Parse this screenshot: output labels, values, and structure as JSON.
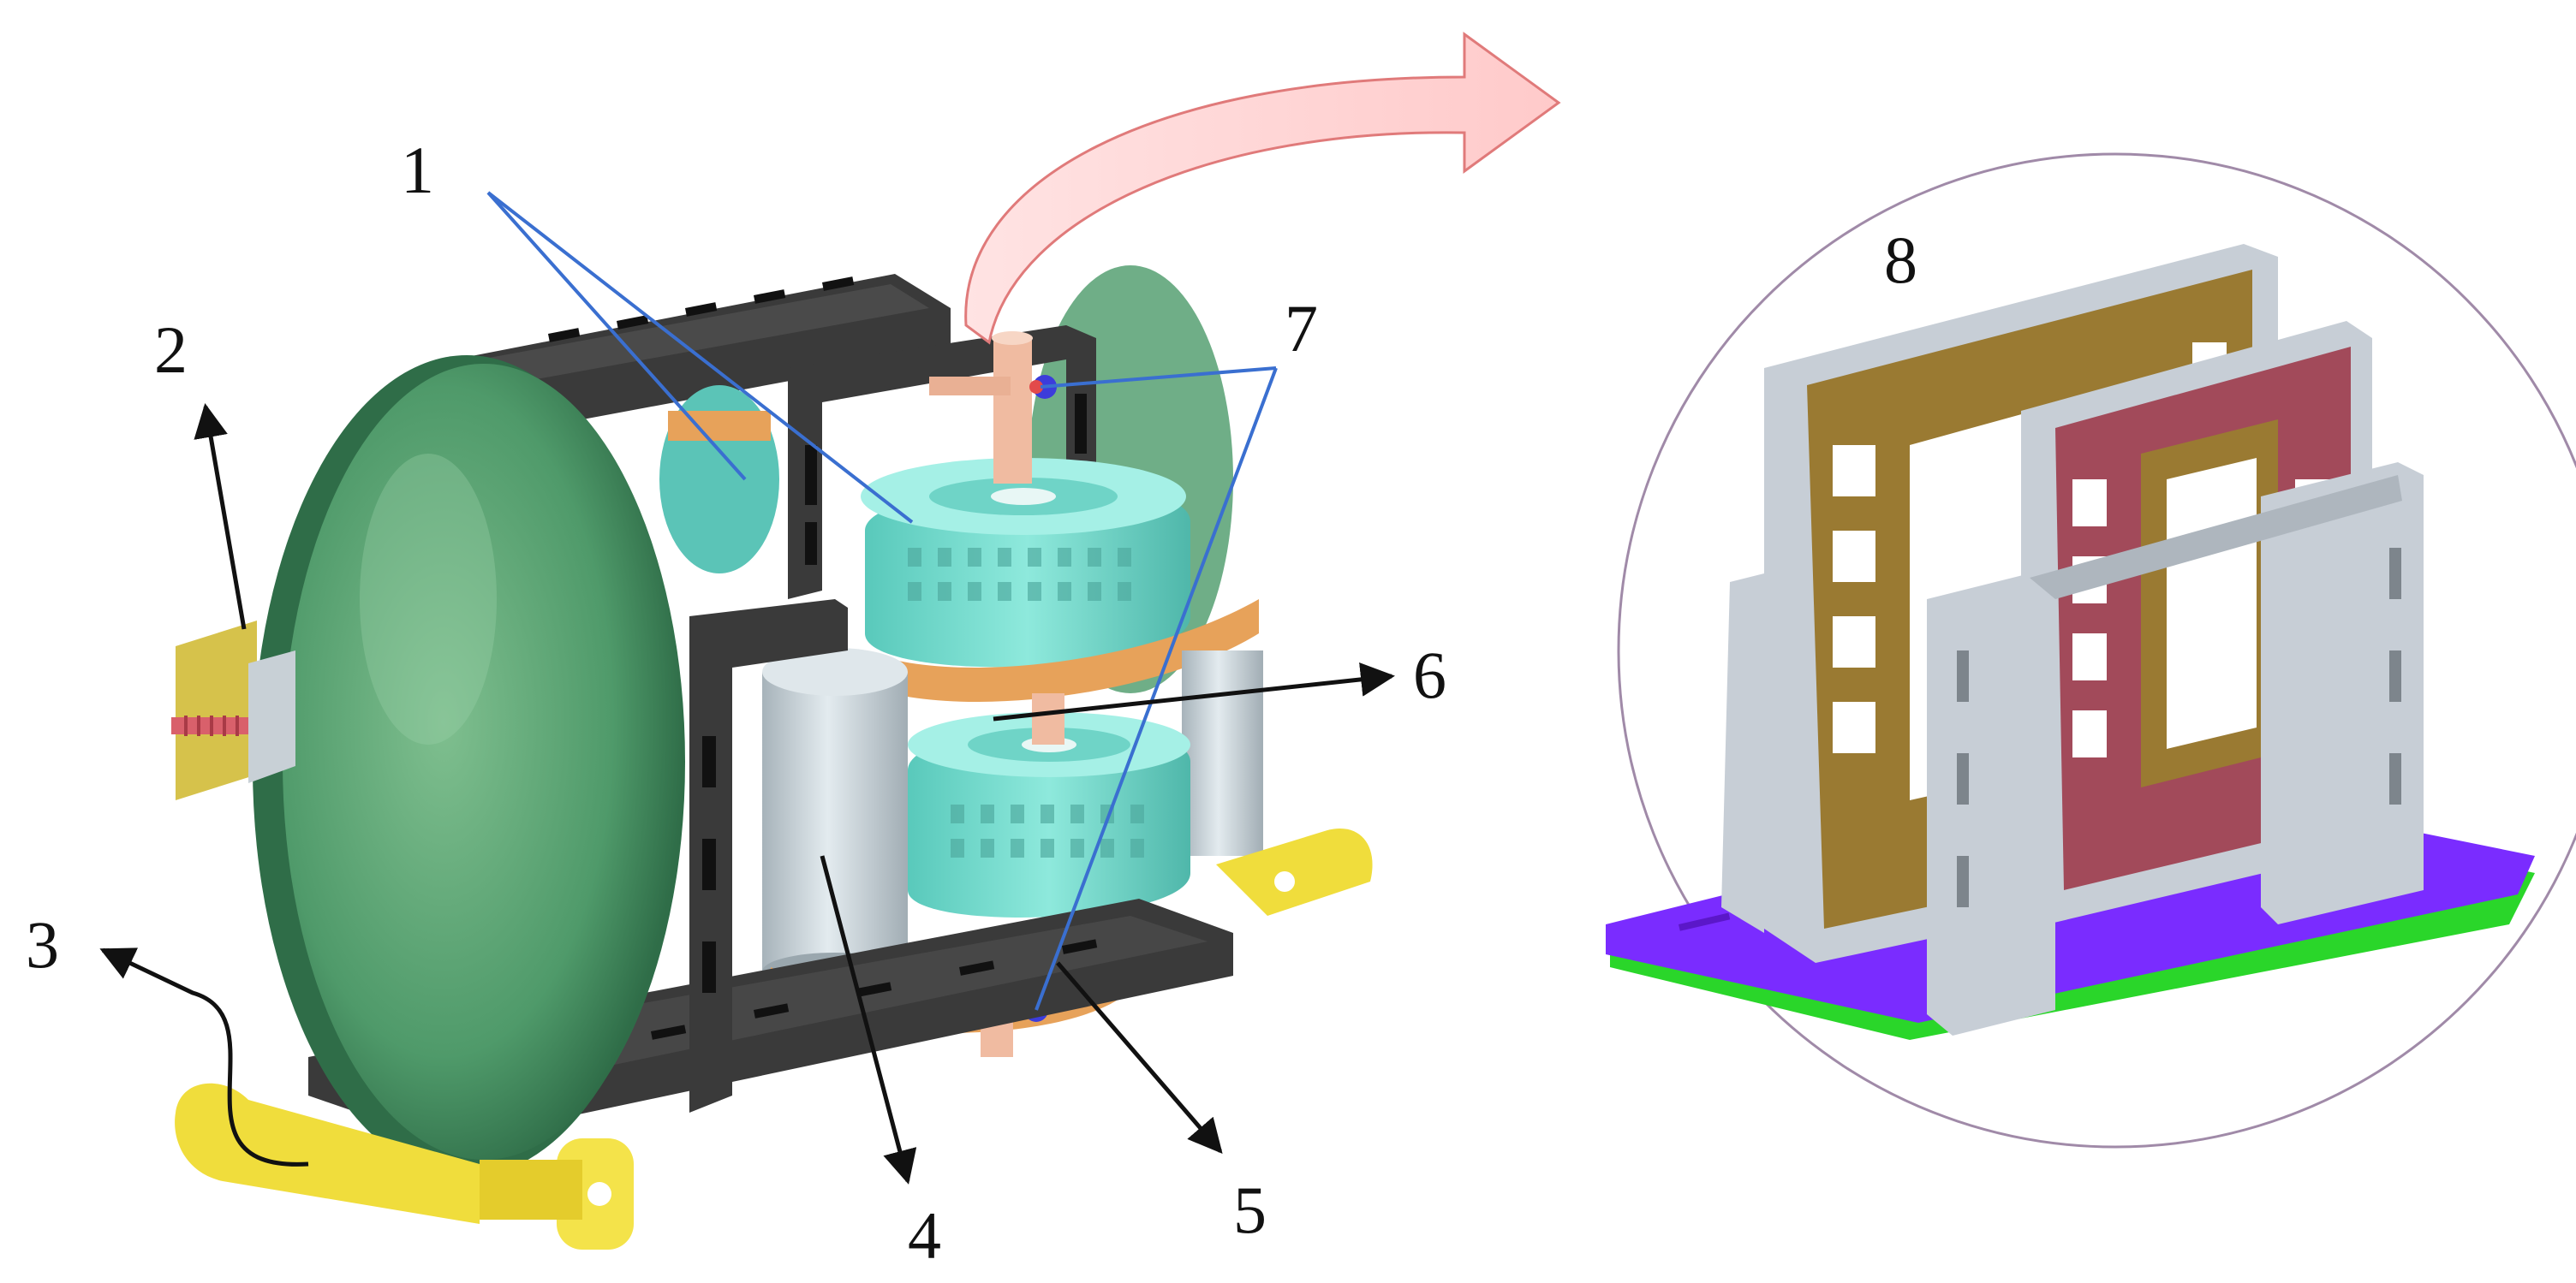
{
  "callouts": {
    "n1": "1",
    "n2": "2",
    "n3": "3",
    "n4": "4",
    "n5": "5",
    "n6": "6",
    "n7": "7",
    "n8": "8"
  },
  "colors": {
    "frame": "#3a3a3a",
    "wheel": "#4f9a6a",
    "pulley": "#77d9cc",
    "belt": "#e7a25a",
    "bolt": "#f3c1a6",
    "axle_yellow": "#f2e14a",
    "motor": "#bfc9cf",
    "arrow_pink": "#ffd6d6",
    "frame_brown": "#9a7a32",
    "frame_red": "#a24a5a",
    "frame_grey": "#c7ced6",
    "base_purple": "#7a2cff",
    "base_green": "#2ad62a",
    "circle_outline": "#a08aa8",
    "leader_blue": "#3a6fd0"
  }
}
